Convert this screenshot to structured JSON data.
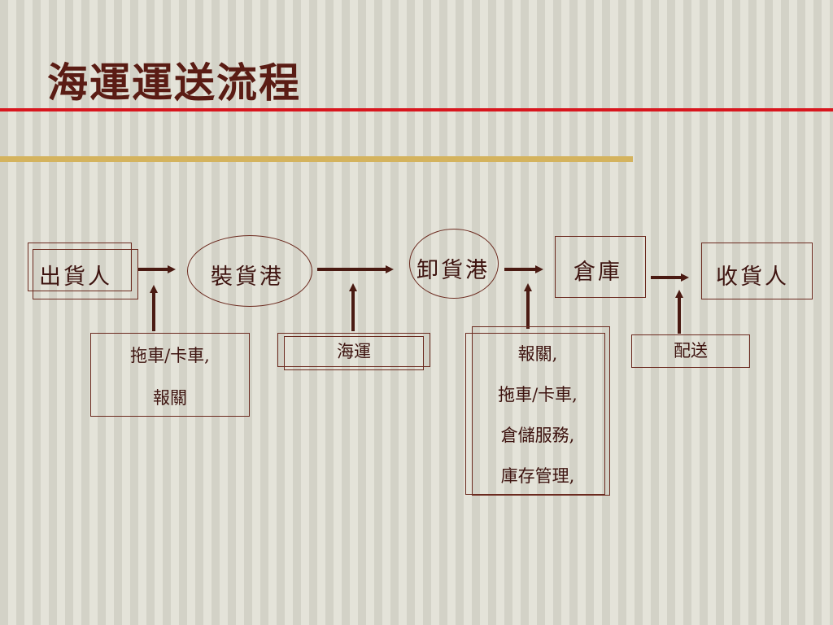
{
  "title": "海運運送流程",
  "nodes": {
    "shipper": "出貨人",
    "loading_port": "裝貨港",
    "unloading_port": "卸貨港",
    "warehouse": "倉庫",
    "receiver": "收貨人"
  },
  "services": {
    "box1": [
      "拖車/卡車,",
      "報關"
    ],
    "box2": [
      "海運"
    ],
    "box3": [
      "報關,",
      "拖車/卡車,",
      "倉儲服務,",
      "庫存管理,"
    ],
    "box4": [
      "配送"
    ]
  },
  "colors": {
    "title": "#5a1c14",
    "accent_red": "#d8161e",
    "accent_gold": "#d4b35e",
    "line": "#4a1a12"
  }
}
